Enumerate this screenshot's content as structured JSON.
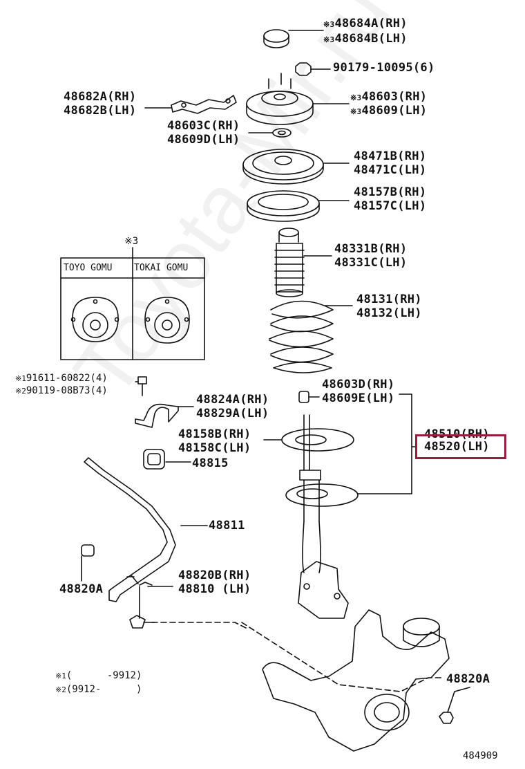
{
  "watermark": "Toyota-Mir.ru",
  "labels": {
    "p48684": {
      "mark": "※3",
      "text": "48684A(RH)"
    },
    "p48684b": {
      "mark": "※3",
      "text": "48684B(LH)"
    },
    "p90179": {
      "text": "90179-10095(6)"
    },
    "p48682a": {
      "text": "48682A(RH)"
    },
    "p48682b": {
      "text": "48682B(LH)"
    },
    "p48603": {
      "mark": "※3",
      "text": "48603(RH)"
    },
    "p48609": {
      "mark": "※3",
      "text": "48609(LH)"
    },
    "p48603c": {
      "text": "48603C(RH)"
    },
    "p48609d": {
      "text": "48609D(LH)"
    },
    "p48471b": {
      "text": "48471B(RH)"
    },
    "p48471c": {
      "text": "48471C(LH)"
    },
    "p48157b": {
      "text": "48157B(RH)"
    },
    "p48157c": {
      "text": "48157C(LH)"
    },
    "p48331b": {
      "text": "48331B(RH)"
    },
    "p48331c": {
      "text": "48331C(LH)"
    },
    "p48131": {
      "text": "48131(RH)"
    },
    "p48132": {
      "text": "48132(LH)"
    },
    "p91611": {
      "mark": "※1",
      "text": "91611-60822(4)"
    },
    "p90119": {
      "mark": "※2",
      "text": "90119-08B73(4)"
    },
    "p48603d": {
      "text": "48603D(RH)"
    },
    "p48609e": {
      "text": "48609E(LH)"
    },
    "p48824a": {
      "text": "48824A(RH)"
    },
    "p48829a": {
      "text": "48829A(LH)"
    },
    "p48158b": {
      "text": "48158B(RH)"
    },
    "p48158c": {
      "text": "48158C(LH)"
    },
    "p48510": {
      "text": "48510(RH)"
    },
    "p48520": {
      "text": "48520(LH)"
    },
    "p48815": {
      "text": "48815"
    },
    "p48811": {
      "text": "48811"
    },
    "p48820a_l": {
      "text": "48820A"
    },
    "p48820b": {
      "text": "48820B(RH)"
    },
    "p48810": {
      "text": "48810 (LH)"
    },
    "p48820a_r": {
      "text": "48820A"
    }
  },
  "inset": {
    "mark": "※3",
    "left_header": "TOYO GOMU",
    "right_header": "TOKAI GOMU"
  },
  "footnotes": {
    "n1": {
      "mark": "※1",
      "text": "(      -9912)"
    },
    "n2": {
      "mark": "※2",
      "text": "(9912-      )"
    }
  },
  "figure_number": "484909",
  "highlight_part": "48520(LH)",
  "colors": {
    "highlight": "#9b1c3c",
    "ink": "#111111"
  }
}
